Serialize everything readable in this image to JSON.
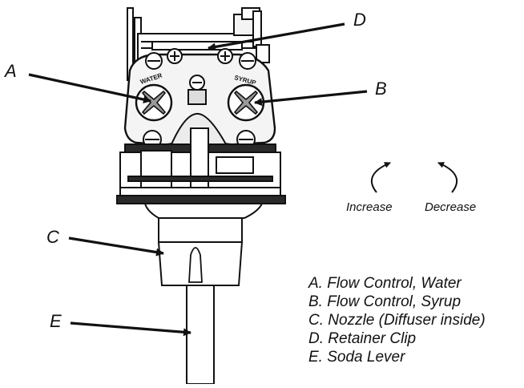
{
  "callouts": {
    "a": "A",
    "b": "B",
    "c": "C",
    "d": "D",
    "e": "E"
  },
  "valve_labels": {
    "water": "WATER",
    "syrup": "SYRUP"
  },
  "adjustment": {
    "increase_label": "Increase",
    "decrease_label": "Decrease"
  },
  "legend": [
    "A. Flow Control, Water",
    "B. Flow Control, Syrup",
    "C. Nozzle (Diffuser inside)",
    "D. Retainer Clip",
    "E. Soda Lever"
  ],
  "colors": {
    "ink": "#111111",
    "body": "#f4f4f4",
    "shade": "#9a9a9a",
    "dark": "#2a2a2a"
  }
}
